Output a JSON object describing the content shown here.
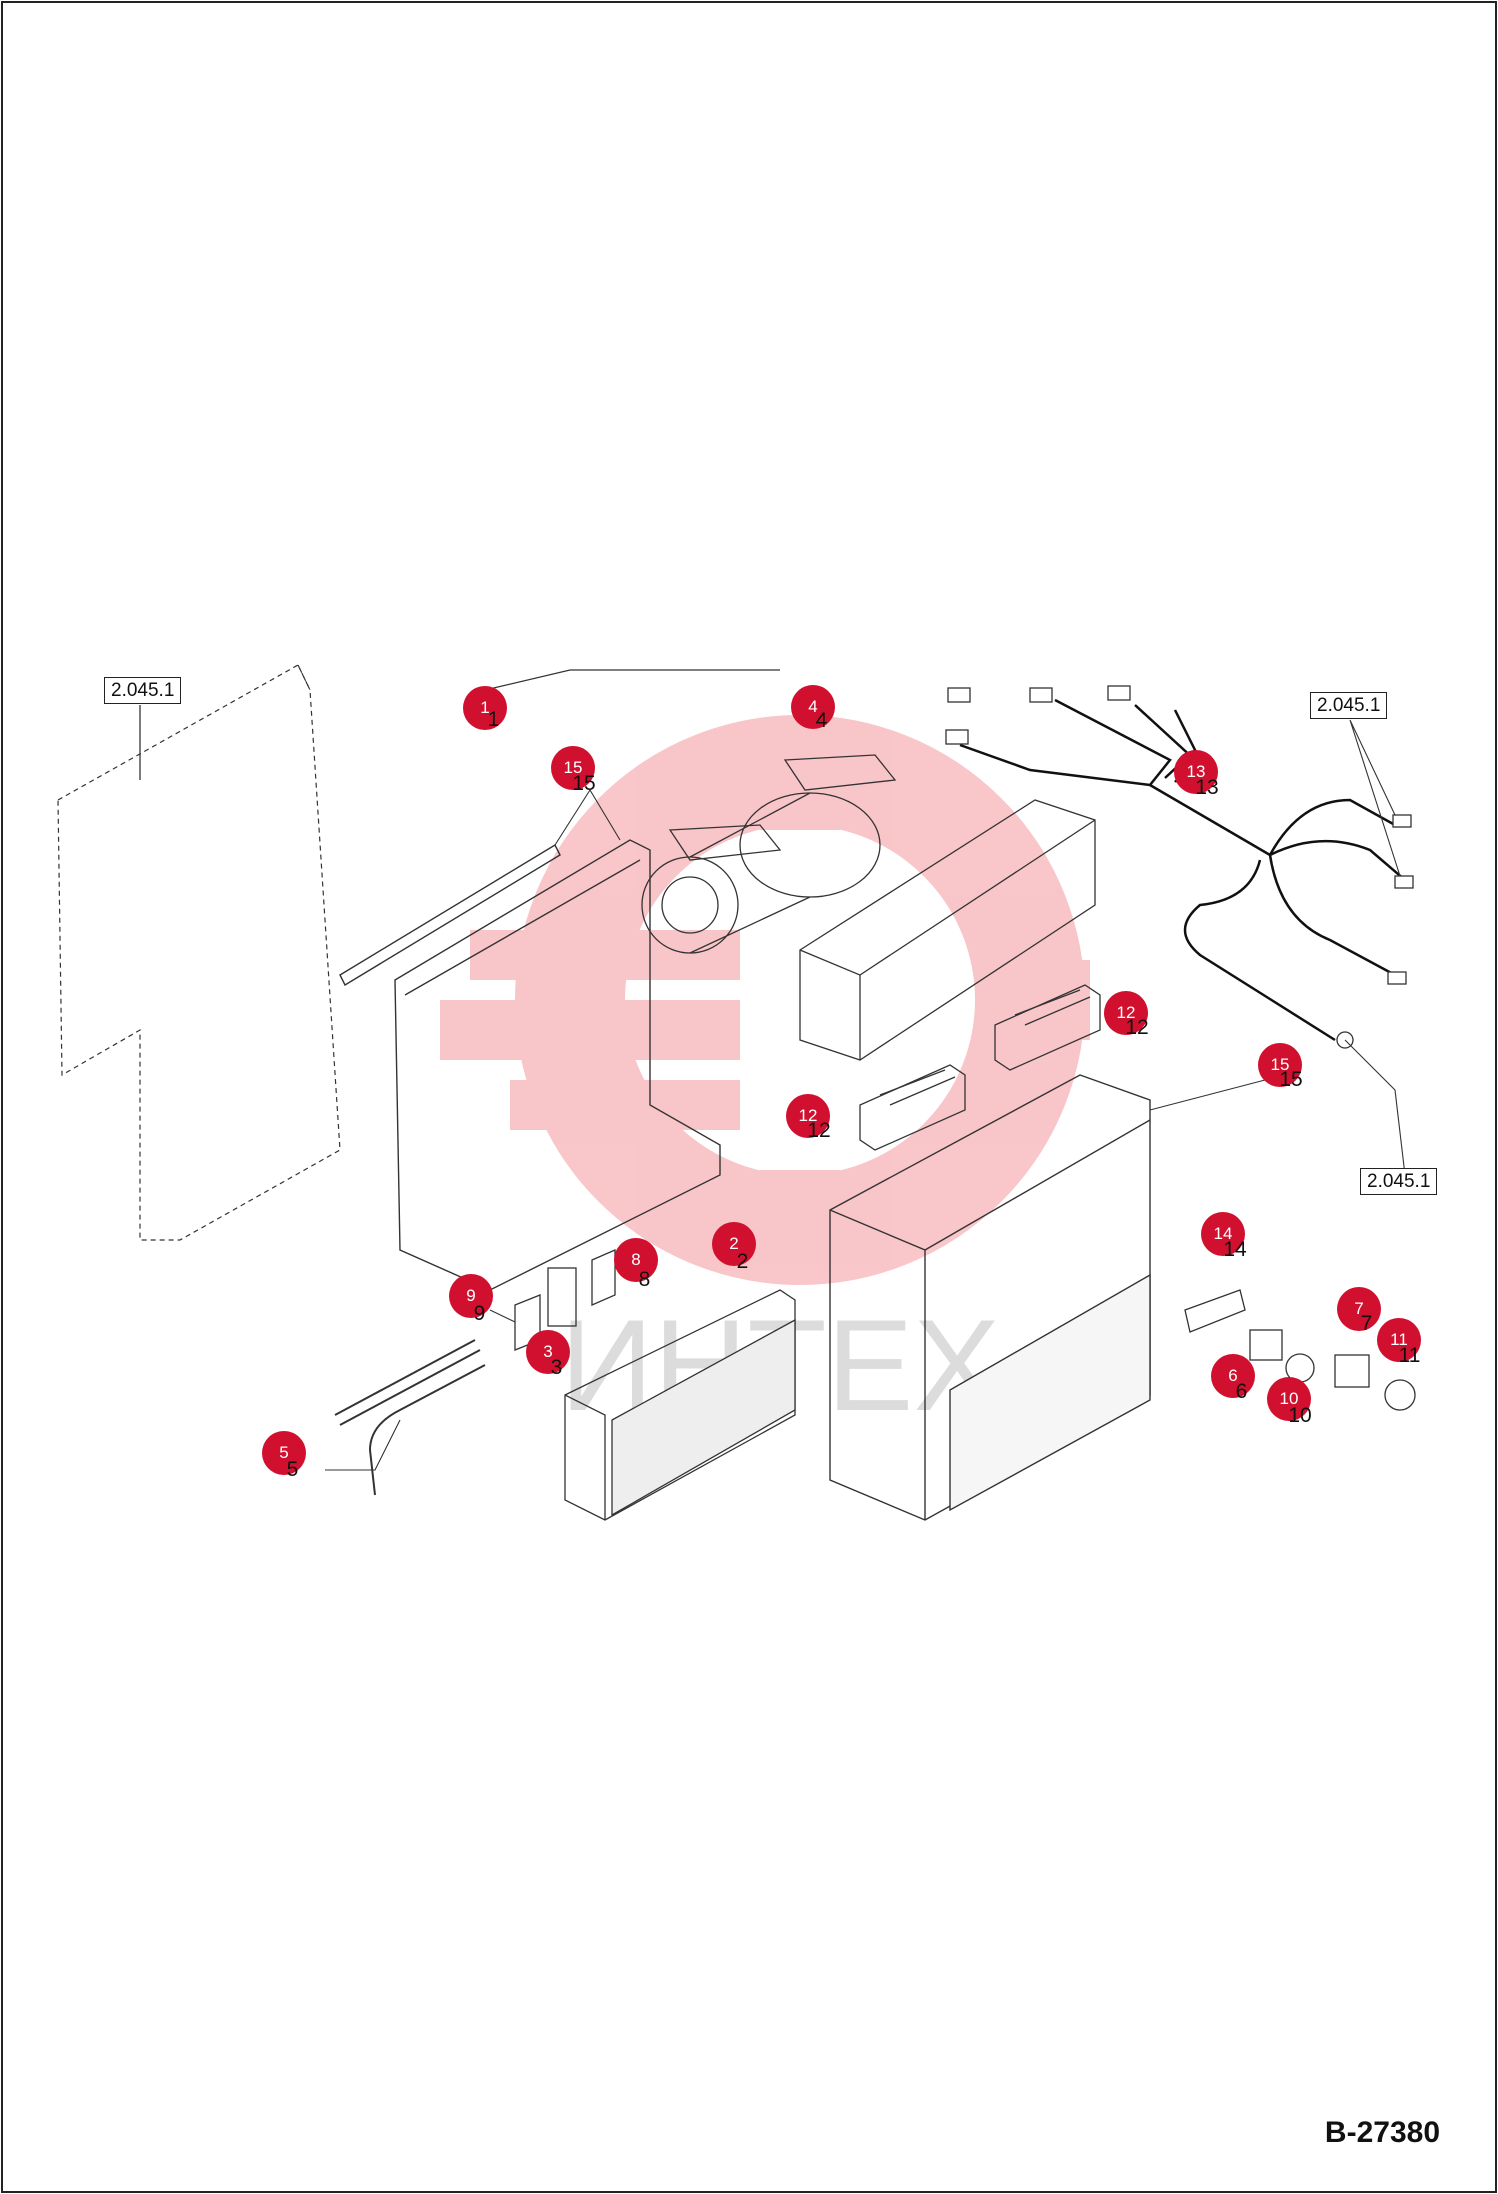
{
  "document_id": "B-27380",
  "references": [
    "2.045.1",
    "2.045.1",
    "2.045.1"
  ],
  "callouts": [
    "1",
    "15",
    "4",
    "13",
    "12",
    "12",
    "15",
    "2",
    "8",
    "9",
    "3",
    "5",
    "14",
    "7",
    "11",
    "6",
    "10"
  ],
  "callout_numbers": [
    "1",
    "15",
    "4",
    "13",
    "12",
    "12",
    "15",
    "2",
    "8",
    "9",
    "3",
    "5",
    "14",
    "7",
    "11",
    "6",
    "10"
  ],
  "watermark": "ИНТЕХ",
  "colors": {
    "badge": "#d0102e",
    "watermark": "#e8343c",
    "line": "#333333"
  }
}
